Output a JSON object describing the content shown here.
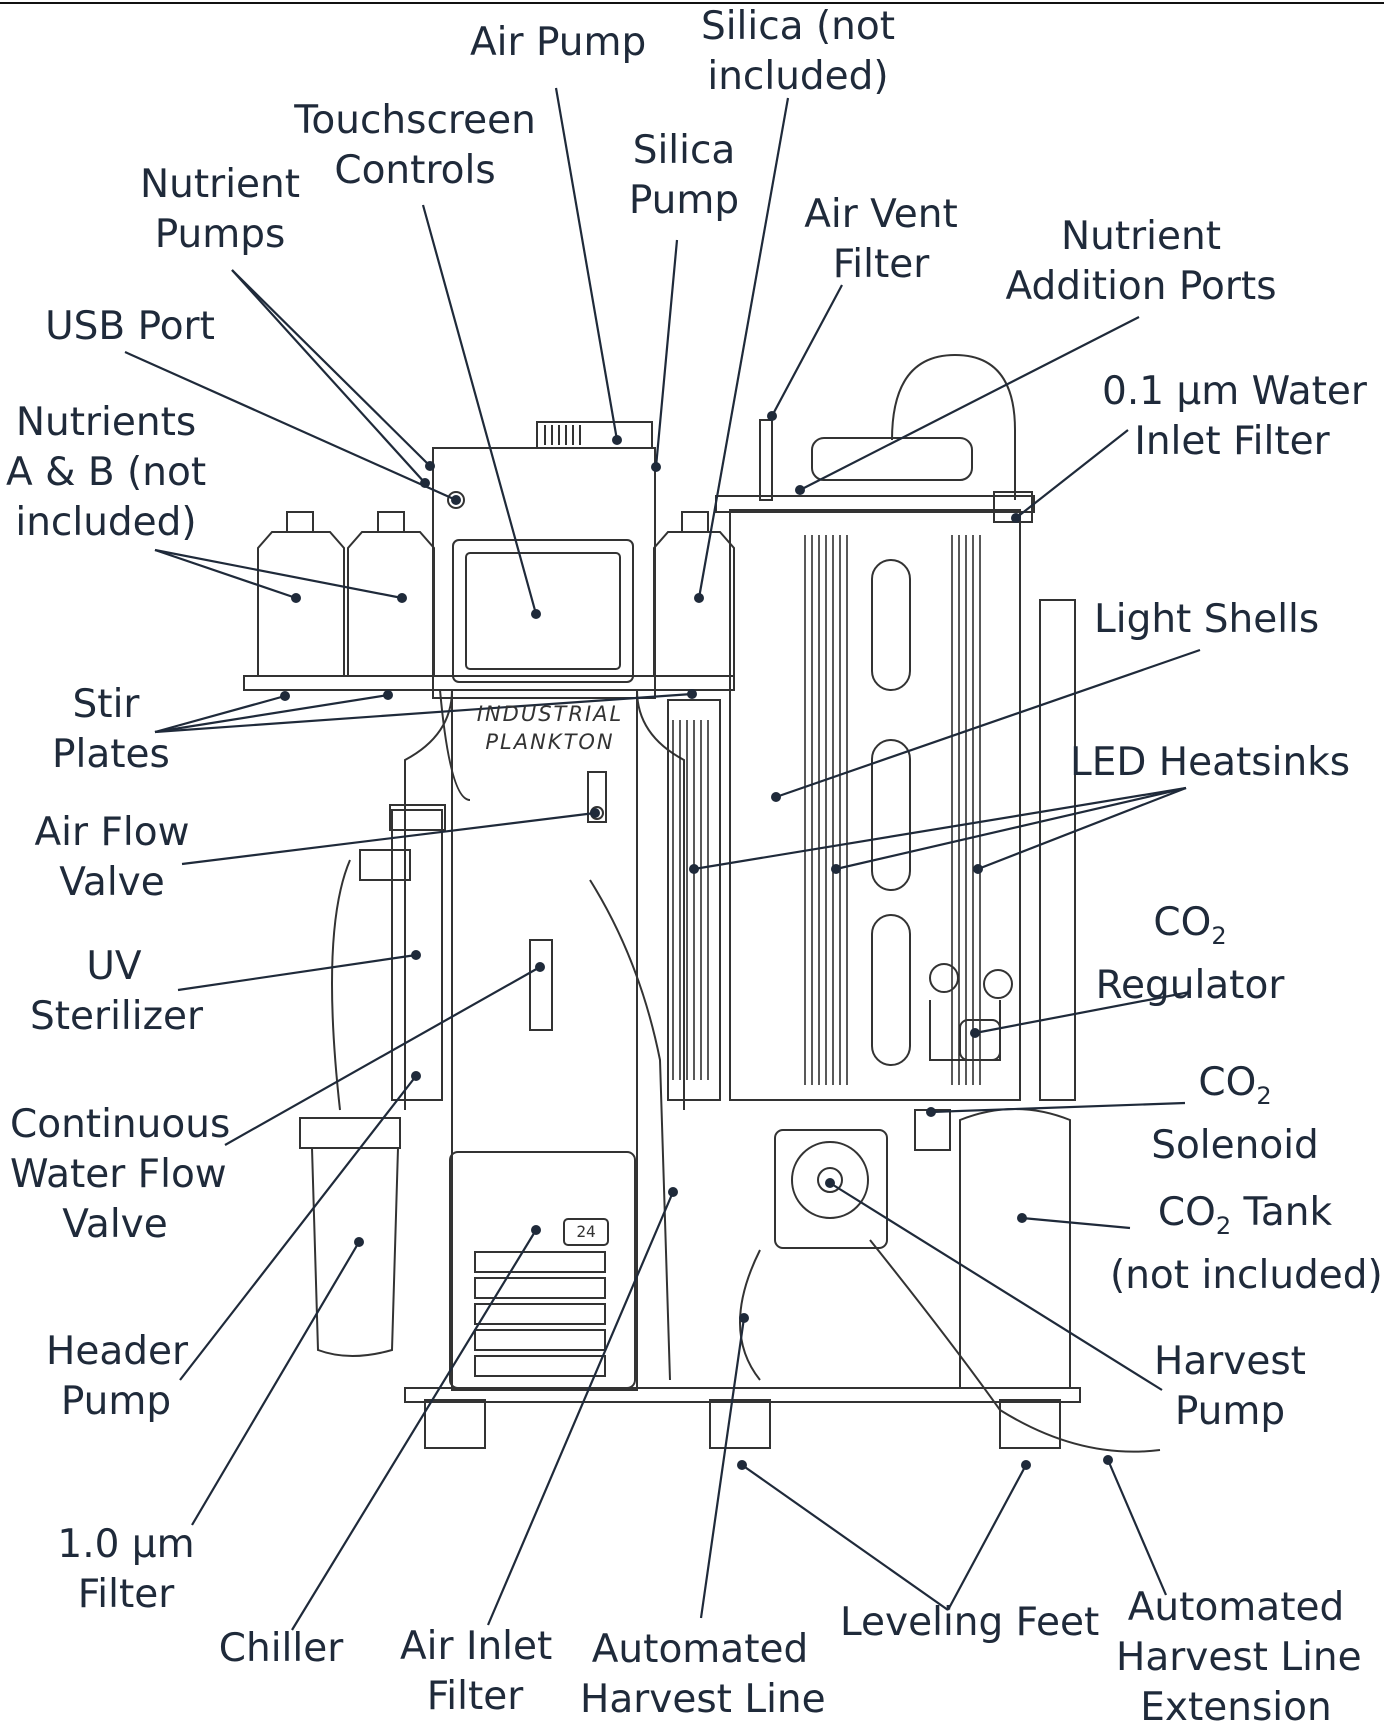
{
  "brand": {
    "line1": "INDUSTRIAL",
    "line2": "PLANKTON"
  },
  "chiller_display": "24",
  "labels": {
    "air_pump": "Air Pump",
    "silica_not_included": [
      "Silica (not",
      "included)"
    ],
    "touchscreen_controls": [
      "Touchscreen",
      "Controls"
    ],
    "silica_pump": [
      "Silica",
      "Pump"
    ],
    "nutrient_pumps": [
      "Nutrient",
      "Pumps"
    ],
    "air_vent_filter": [
      "Air Vent",
      "Filter"
    ],
    "nutrient_addition_ports": [
      "Nutrient",
      "Addition Ports"
    ],
    "usb_port": "USB Port",
    "water_inlet_filter": [
      "0.1 µm Water",
      "Inlet Filter"
    ],
    "nutrients_ab": [
      "Nutrients",
      "A & B (not",
      "included)"
    ],
    "light_shells": "Light Shells",
    "stir_plates": [
      "Stir",
      "Plates"
    ],
    "led_heatsinks": "LED Heatsinks",
    "air_flow_valve": [
      "Air Flow",
      "Valve"
    ],
    "co2_regulator": {
      "co": "CO",
      "sub": "2",
      "rest": "Regulator"
    },
    "uv_sterilizer": [
      "UV",
      "Sterilizer"
    ],
    "co2_solenoid": {
      "co": "CO",
      "sub": "2",
      "rest": "Solenoid"
    },
    "continuous_water_flow_valve": [
      "Continuous",
      "Water Flow",
      "Valve"
    ],
    "co2_tank": {
      "co": "CO",
      "sub": "2",
      "rest": " Tank",
      "line2": "(not included)"
    },
    "header_pump": [
      "Header",
      "Pump"
    ],
    "harvest_pump": [
      "Harvest",
      "Pump"
    ],
    "filter_1um": [
      "1.0 µm",
      "Filter"
    ],
    "chiller": "Chiller",
    "air_inlet_filter": [
      "Air Inlet",
      "Filter"
    ],
    "automated_harvest_line": [
      "Automated",
      "Harvest Line"
    ],
    "leveling_feet": "Leveling Feet",
    "automated_harvest_line_extension": [
      "Automated",
      "Harvest Line",
      "Extension"
    ]
  }
}
